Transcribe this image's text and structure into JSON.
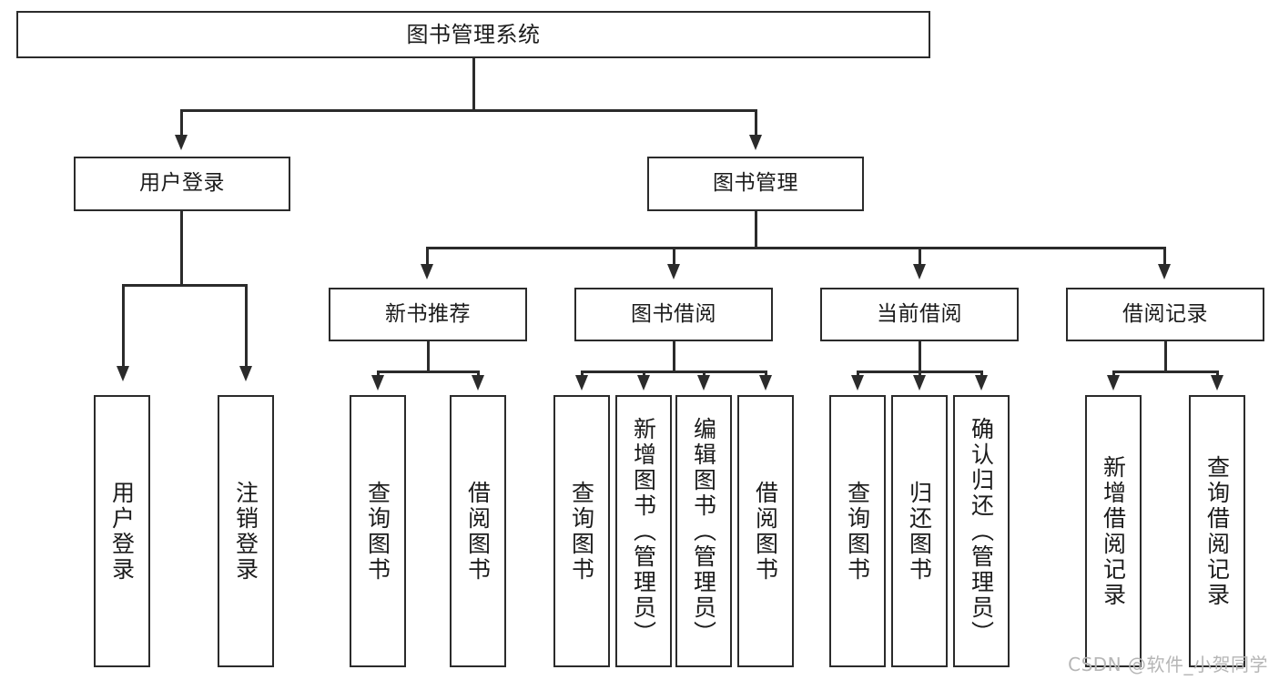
{
  "diagram": {
    "type": "tree",
    "title": "图书管理系统",
    "watermark": "CSDN @软件_小贺同学",
    "colors": {
      "stroke": "#2b2b2b",
      "fill": "#ffffff",
      "text": "#1b1b1b",
      "watermark": "#b6b6b6"
    },
    "nodes": {
      "root": {
        "label": "图书管理系统"
      },
      "level2": [
        {
          "id": "user-login",
          "label": "用户登录"
        },
        {
          "id": "book-manage",
          "label": "图书管理"
        }
      ],
      "level3": [
        {
          "id": "new-book-rec",
          "label": "新书推荐"
        },
        {
          "id": "book-borrow",
          "label": "图书借阅"
        },
        {
          "id": "current-borrow",
          "label": "当前借阅"
        },
        {
          "id": "borrow-record",
          "label": "借阅记录"
        }
      ],
      "leaves": {
        "user-login": [
          {
            "id": "leaf-user-login",
            "label": "用户登录"
          },
          {
            "id": "leaf-logout",
            "label": "注销登录"
          }
        ],
        "new-book-rec": [
          {
            "id": "leaf-query-book-1",
            "label": "查询图书"
          },
          {
            "id": "leaf-borrow-book-1",
            "label": "借阅图书"
          }
        ],
        "book-borrow": [
          {
            "id": "leaf-query-book-2",
            "label": "查询图书"
          },
          {
            "id": "leaf-add-book",
            "label": "新增图书（管理员）"
          },
          {
            "id": "leaf-edit-book",
            "label": "编辑图书（管理员）"
          },
          {
            "id": "leaf-borrow-book-2",
            "label": "借阅图书"
          }
        ],
        "current-borrow": [
          {
            "id": "leaf-query-book-3",
            "label": "查询图书"
          },
          {
            "id": "leaf-return-book",
            "label": "归还图书"
          },
          {
            "id": "leaf-confirm-return",
            "label": "确认归还（管理员）"
          }
        ],
        "borrow-record": [
          {
            "id": "leaf-add-record",
            "label": "新增借阅记录"
          },
          {
            "id": "leaf-query-record",
            "label": "查询借阅记录"
          }
        ]
      }
    }
  }
}
